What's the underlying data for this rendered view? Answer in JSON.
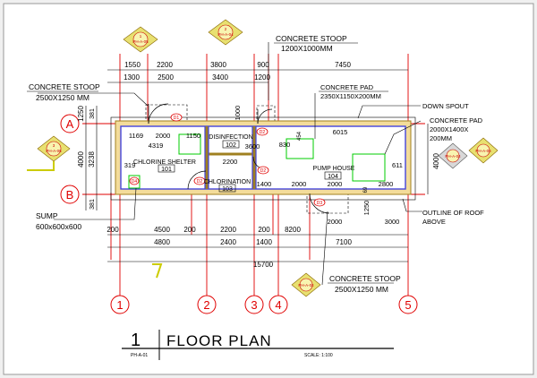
{
  "title": {
    "number": "1",
    "text": "FLOOR PLAN",
    "sheet": "PH-A-01",
    "scale": "SCALE:  1:100"
  },
  "grid_bubbles": {
    "A": "A",
    "B": "B",
    "g1": "1",
    "g2": "2",
    "g3": "3",
    "g4": "4",
    "g5": "5"
  },
  "callouts": {
    "stoop_tl": "CONCRETE STOOP",
    "stoop_tl_size": "2500X1250  MM",
    "stoop_top": "CONCRETE STOOP",
    "stoop_top_size": "1200X1000MM",
    "pad_top": "CONCRETE PAD",
    "pad_top_size": "2350X1150X200MM",
    "down_spout": "DOWN SPOUT",
    "pad_right": "CONCRETE PAD",
    "pad_right_size1": "2000X1400X",
    "pad_right_size2": "200MM",
    "sump": "SUMP",
    "sump_size": "600x600x600",
    "outline_roof1": "OUTLINE OF ROOF",
    "outline_roof2": "ABOVE",
    "stoop_bot": "CONCRETE STOOP",
    "stoop_bot_size": "2500X1250  MM"
  },
  "rooms": [
    {
      "name": "CHLORINE SHELTER",
      "number": "101"
    },
    {
      "name": "DISINFECTION",
      "number": "102"
    },
    {
      "name": "CHLORINATION",
      "number": "103"
    },
    {
      "name": "PUMP HOUSE",
      "number": "104"
    }
  ],
  "doors": {
    "d1": "D1",
    "d2a": "D2",
    "d2b": "D2",
    "d2c": "D2",
    "d3": "D3",
    "d4": "D4",
    "d3b": "D3"
  },
  "section_marks": {
    "top1_a": "1",
    "top1_b": "PH-A-05",
    "top2_a": "2",
    "top2_b": "PH-A-04",
    "left_a": "3",
    "left_b": "PH-A-06",
    "right1_b": "PH-A-04",
    "right2_b": "PH-A-06",
    "bot_b": "PH-A-04"
  },
  "dims": {
    "top1": [
      "1550",
      "2200",
      "3800",
      "900",
      "7450"
    ],
    "top2": [
      "1300",
      "2500",
      "3400",
      "1200"
    ],
    "left": [
      "1250",
      "381",
      "4000",
      "3238",
      "381"
    ],
    "right": "4000",
    "bot1": [
      "200",
      "4500",
      "200",
      "2200",
      "200",
      "8200"
    ],
    "bot2": [
      "4800",
      "2400",
      "1400",
      "7100"
    ],
    "overall": "15700",
    "inner": {
      "d1169": "1169",
      "d2000a": "2000",
      "d1150": "1150",
      "d4319": "4319",
      "d3600": "3600",
      "d1000": "1000",
      "d830": "830",
      "d454": "454",
      "d6015": "6015",
      "d2200": "2200",
      "d319": "319",
      "d1400": "1400",
      "d2000b": "2000",
      "d2000c": "2000",
      "d2000d": "2000",
      "d2800": "2800",
      "d69": "69",
      "d611": "611",
      "d1250": "1250",
      "d3000": "3000"
    }
  }
}
